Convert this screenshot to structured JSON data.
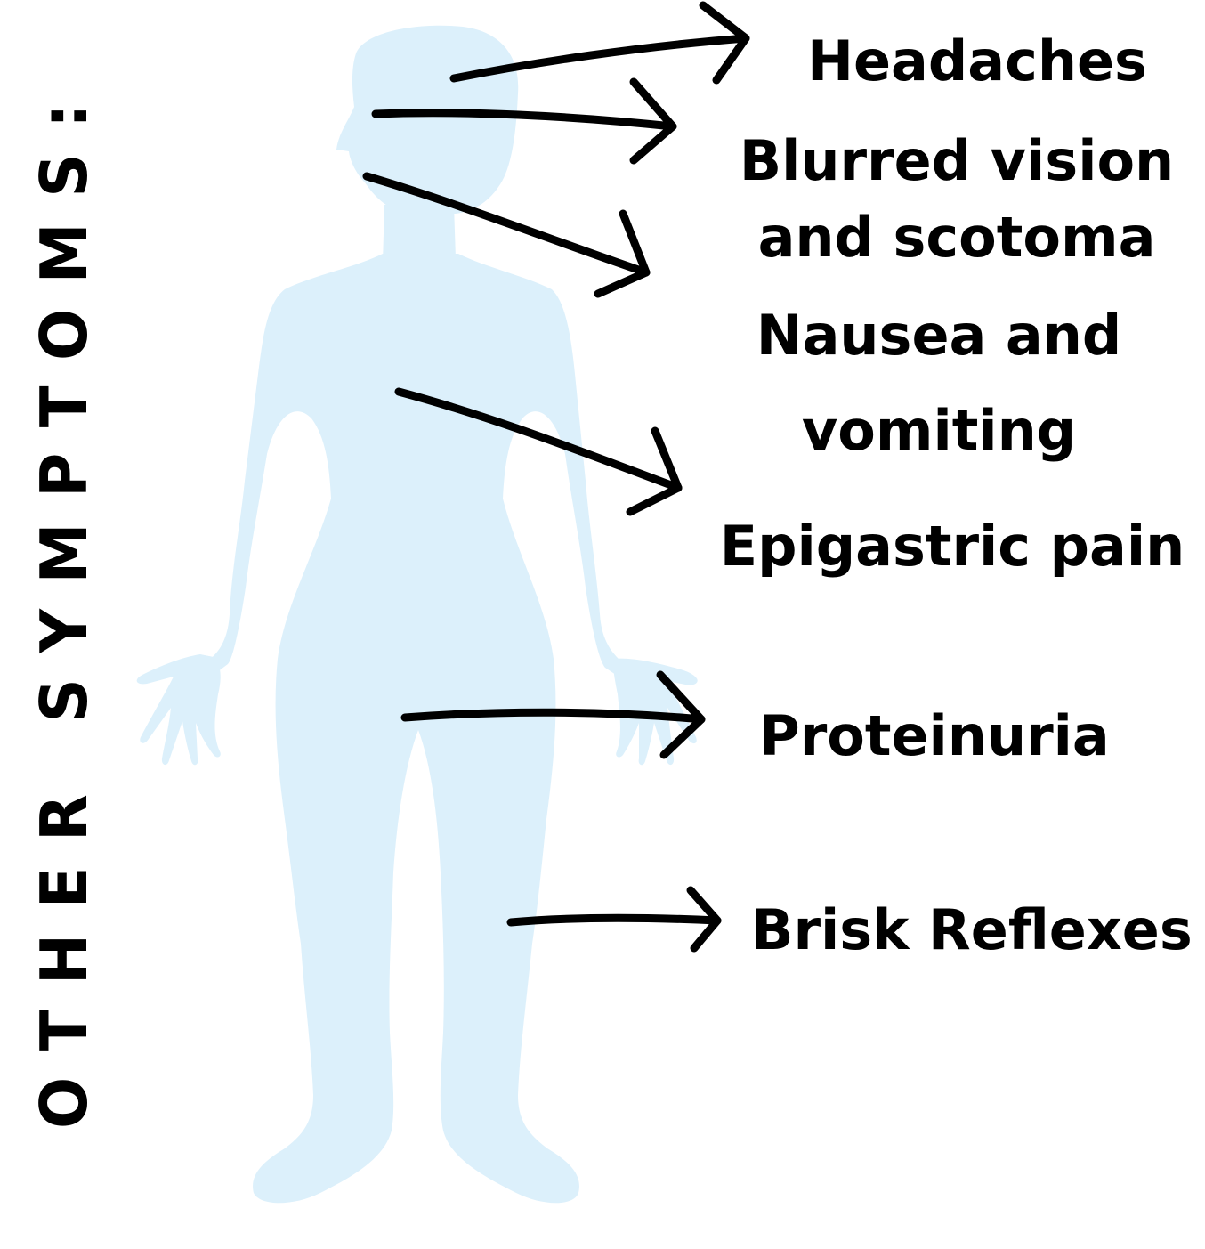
{
  "title": "OTHER SYMPTOMS:",
  "colors": {
    "silhouette": "#dcf0fb",
    "text": "#000000",
    "arrow": "#000000"
  },
  "symptoms": [
    {
      "lines": [
        "Headaches"
      ]
    },
    {
      "lines": [
        "Blurred vision",
        "and scotoma"
      ]
    },
    {
      "lines": [
        "Nausea and",
        "vomiting"
      ]
    },
    {
      "lines": [
        "Epigastric pain"
      ]
    },
    {
      "lines": [
        "Proteinuria"
      ]
    },
    {
      "lines": [
        "Brisk Reflexes"
      ]
    }
  ]
}
